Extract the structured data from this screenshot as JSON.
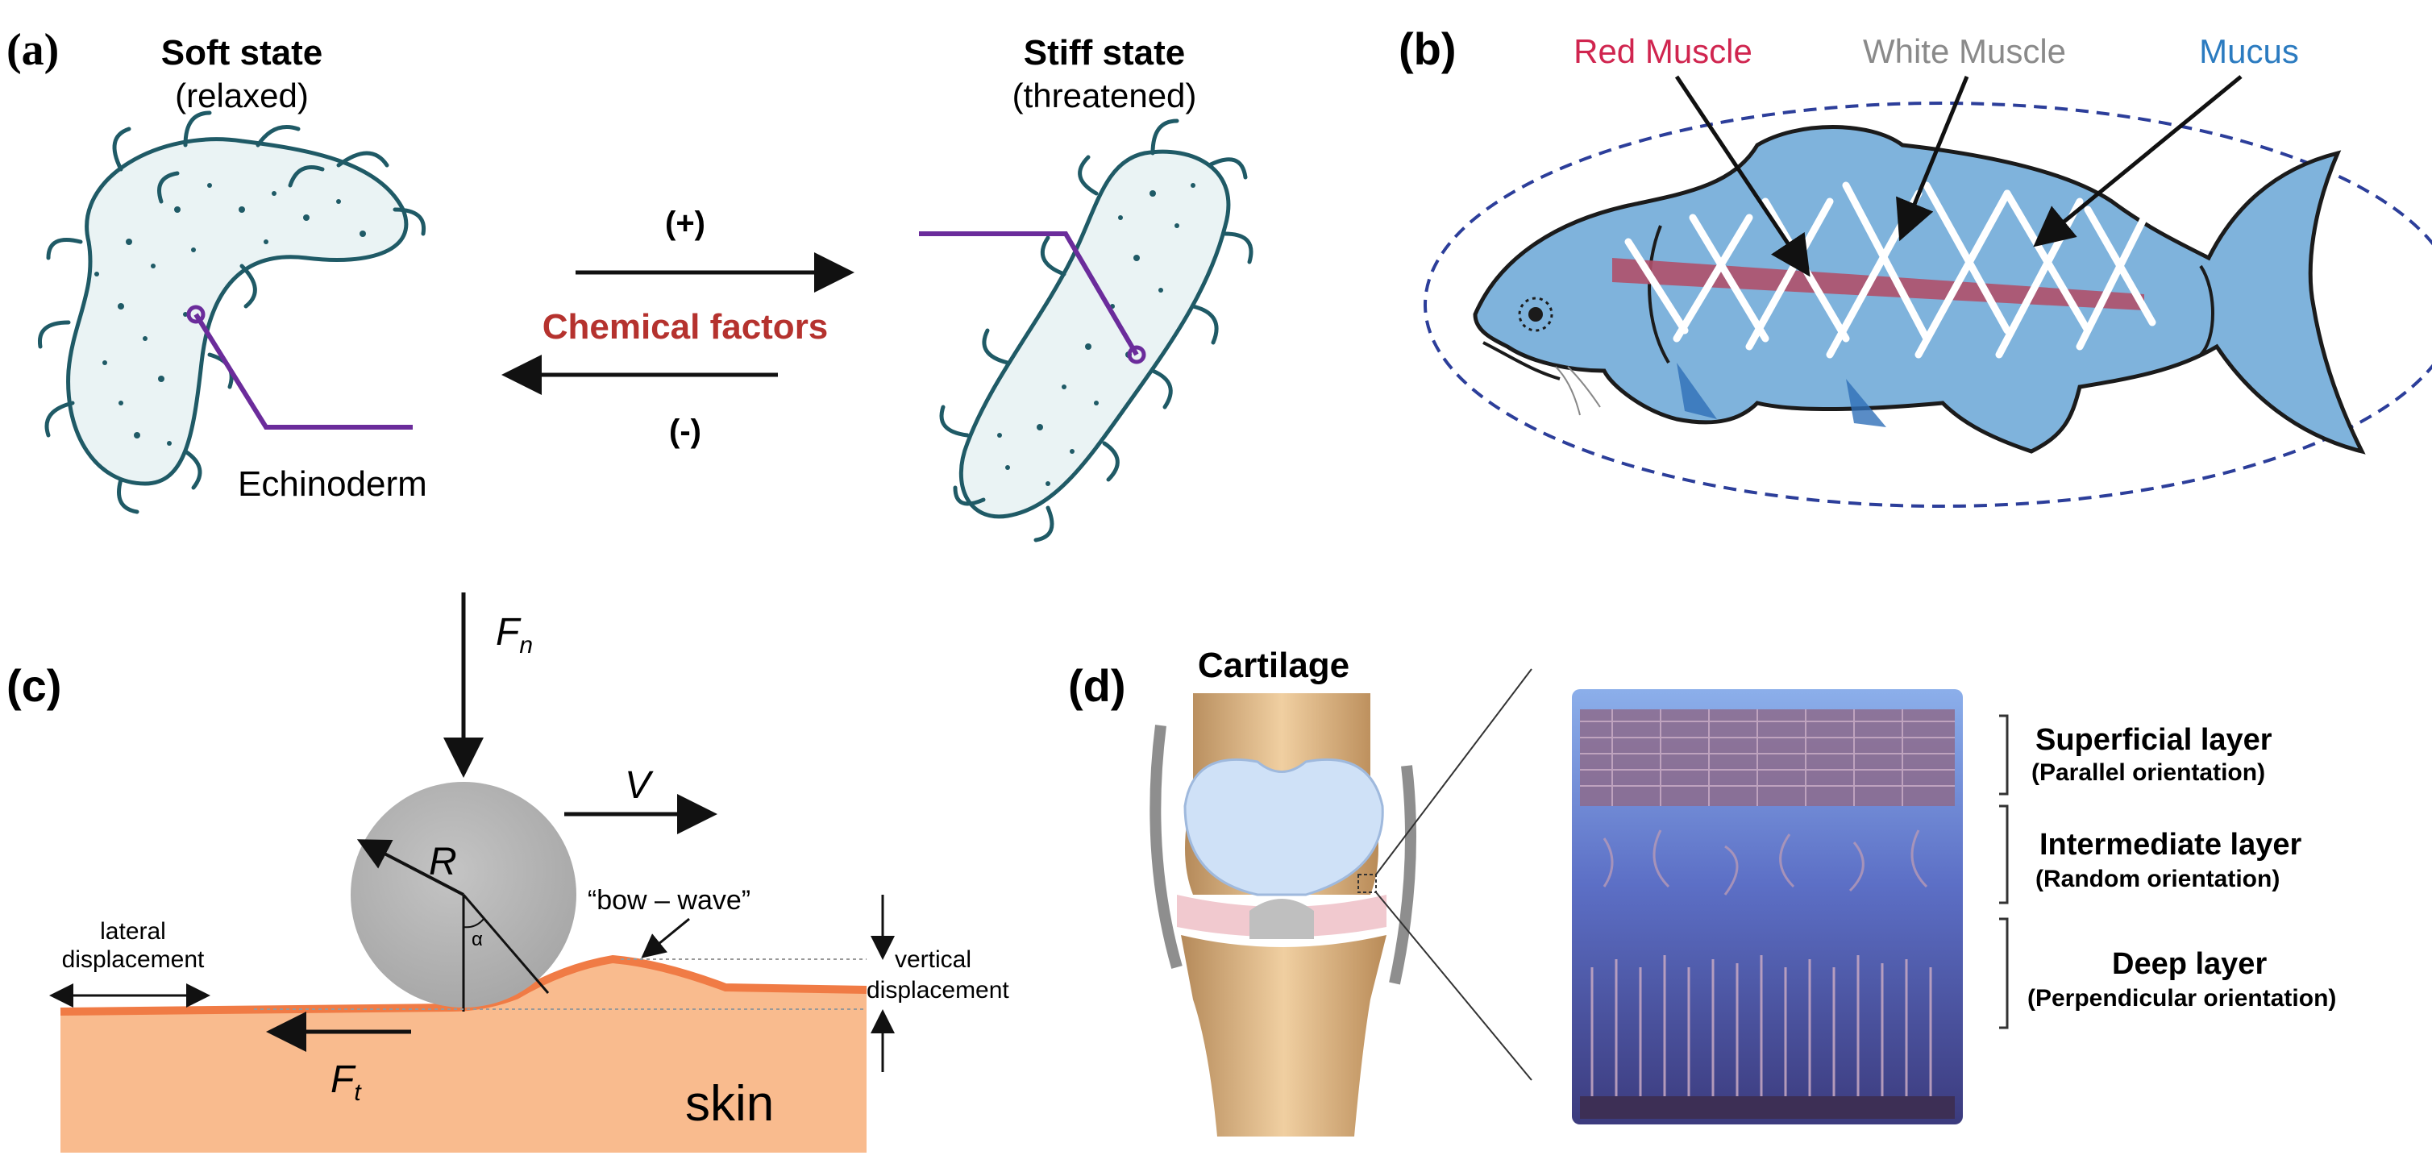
{
  "panels": {
    "a": {
      "tag": "(a)",
      "soft_title": "Soft state",
      "soft_sub": "(relaxed)",
      "stiff_title": "Stiff state",
      "stiff_sub": "(threatened)",
      "plus": "(+)",
      "minus": "(-)",
      "center": "Chemical factors",
      "organism": "Echinoderm"
    },
    "b": {
      "tag": "(b)",
      "red": "Red Muscle",
      "white": "White Muscle",
      "mucus": "Mucus"
    },
    "c": {
      "tag": "(c)",
      "fn": "F",
      "fn_sub": "n",
      "v": "V",
      "r": "R",
      "alpha": "α",
      "bow": "“bow – wave”",
      "lateral_line1": "lateral",
      "lateral_line2": "displacement",
      "vertical_line1": "vertical",
      "vertical_line2": "displacement",
      "ft": "F",
      "ft_sub": "t",
      "skin": "skin"
    },
    "d": {
      "tag": "(d)",
      "cartilage": "Cartilage",
      "superficial": "Superficial layer",
      "superficial_sub": "(Parallel orientation)",
      "intermediate": "Intermediate layer",
      "intermediate_sub": "(Random orientation)",
      "deep": "Deep layer",
      "deep_sub": "(Perpendicular orientation)"
    }
  },
  "colors": {
    "chemical": "#b5322e",
    "red_muscle": "#d0254f",
    "white_muscle": "#8a8a8a",
    "mucus": "#2b7bc0",
    "fish_body": "#7fb3dc",
    "skin": "#f9bb8e",
    "purple_line": "#6b2c9b"
  }
}
